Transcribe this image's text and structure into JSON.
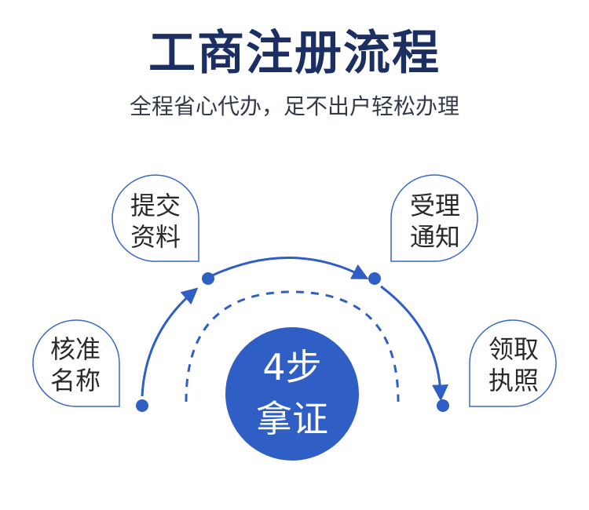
{
  "title": "工商注册流程",
  "subtitle": "全程省心代办，足不出户轻松办理",
  "center": {
    "line1": "4步",
    "line2": "拿证"
  },
  "steps": [
    {
      "line1": "核准",
      "line2": "名称"
    },
    {
      "line1": "提交",
      "line2": "资料"
    },
    {
      "line1": "受理",
      "line2": "通知"
    },
    {
      "line1": "领取",
      "line2": "执照"
    }
  ],
  "colors": {
    "primary": "#2f5ec4",
    "title": "#1b2f63",
    "bubble_stroke": "#3a67c8"
  }
}
